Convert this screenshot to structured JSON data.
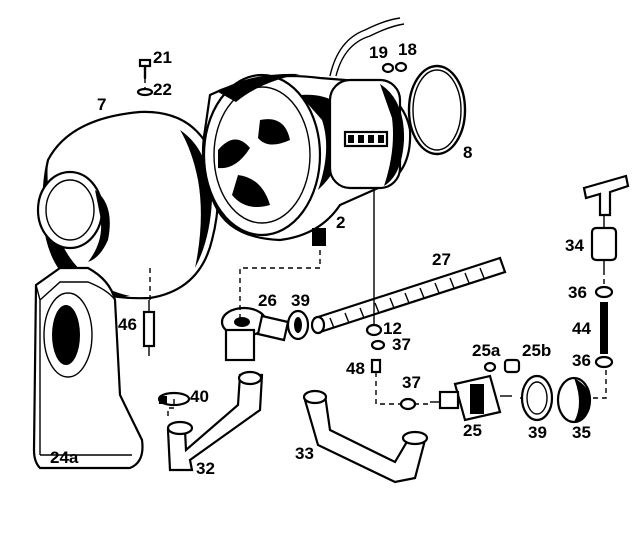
{
  "diagram": {
    "labels": {
      "p2": "2",
      "p7": "7",
      "p8": "8",
      "p12": "12",
      "p18": "18",
      "p19": "19",
      "p21": "21",
      "p22": "22",
      "p24a": "24a",
      "p25": "25",
      "p25a": "25a",
      "p25b": "25b",
      "p26": "26",
      "p27": "27",
      "p32": "32",
      "p33": "33",
      "p34": "34",
      "p35": "35",
      "p36_top": "36",
      "p36_bottom": "36",
      "p37_top": "37",
      "p37_bottom": "37",
      "p39_top": "39",
      "p39_bottom": "39",
      "p40": "40",
      "p44": "44",
      "p46": "46",
      "p48": "48"
    }
  }
}
